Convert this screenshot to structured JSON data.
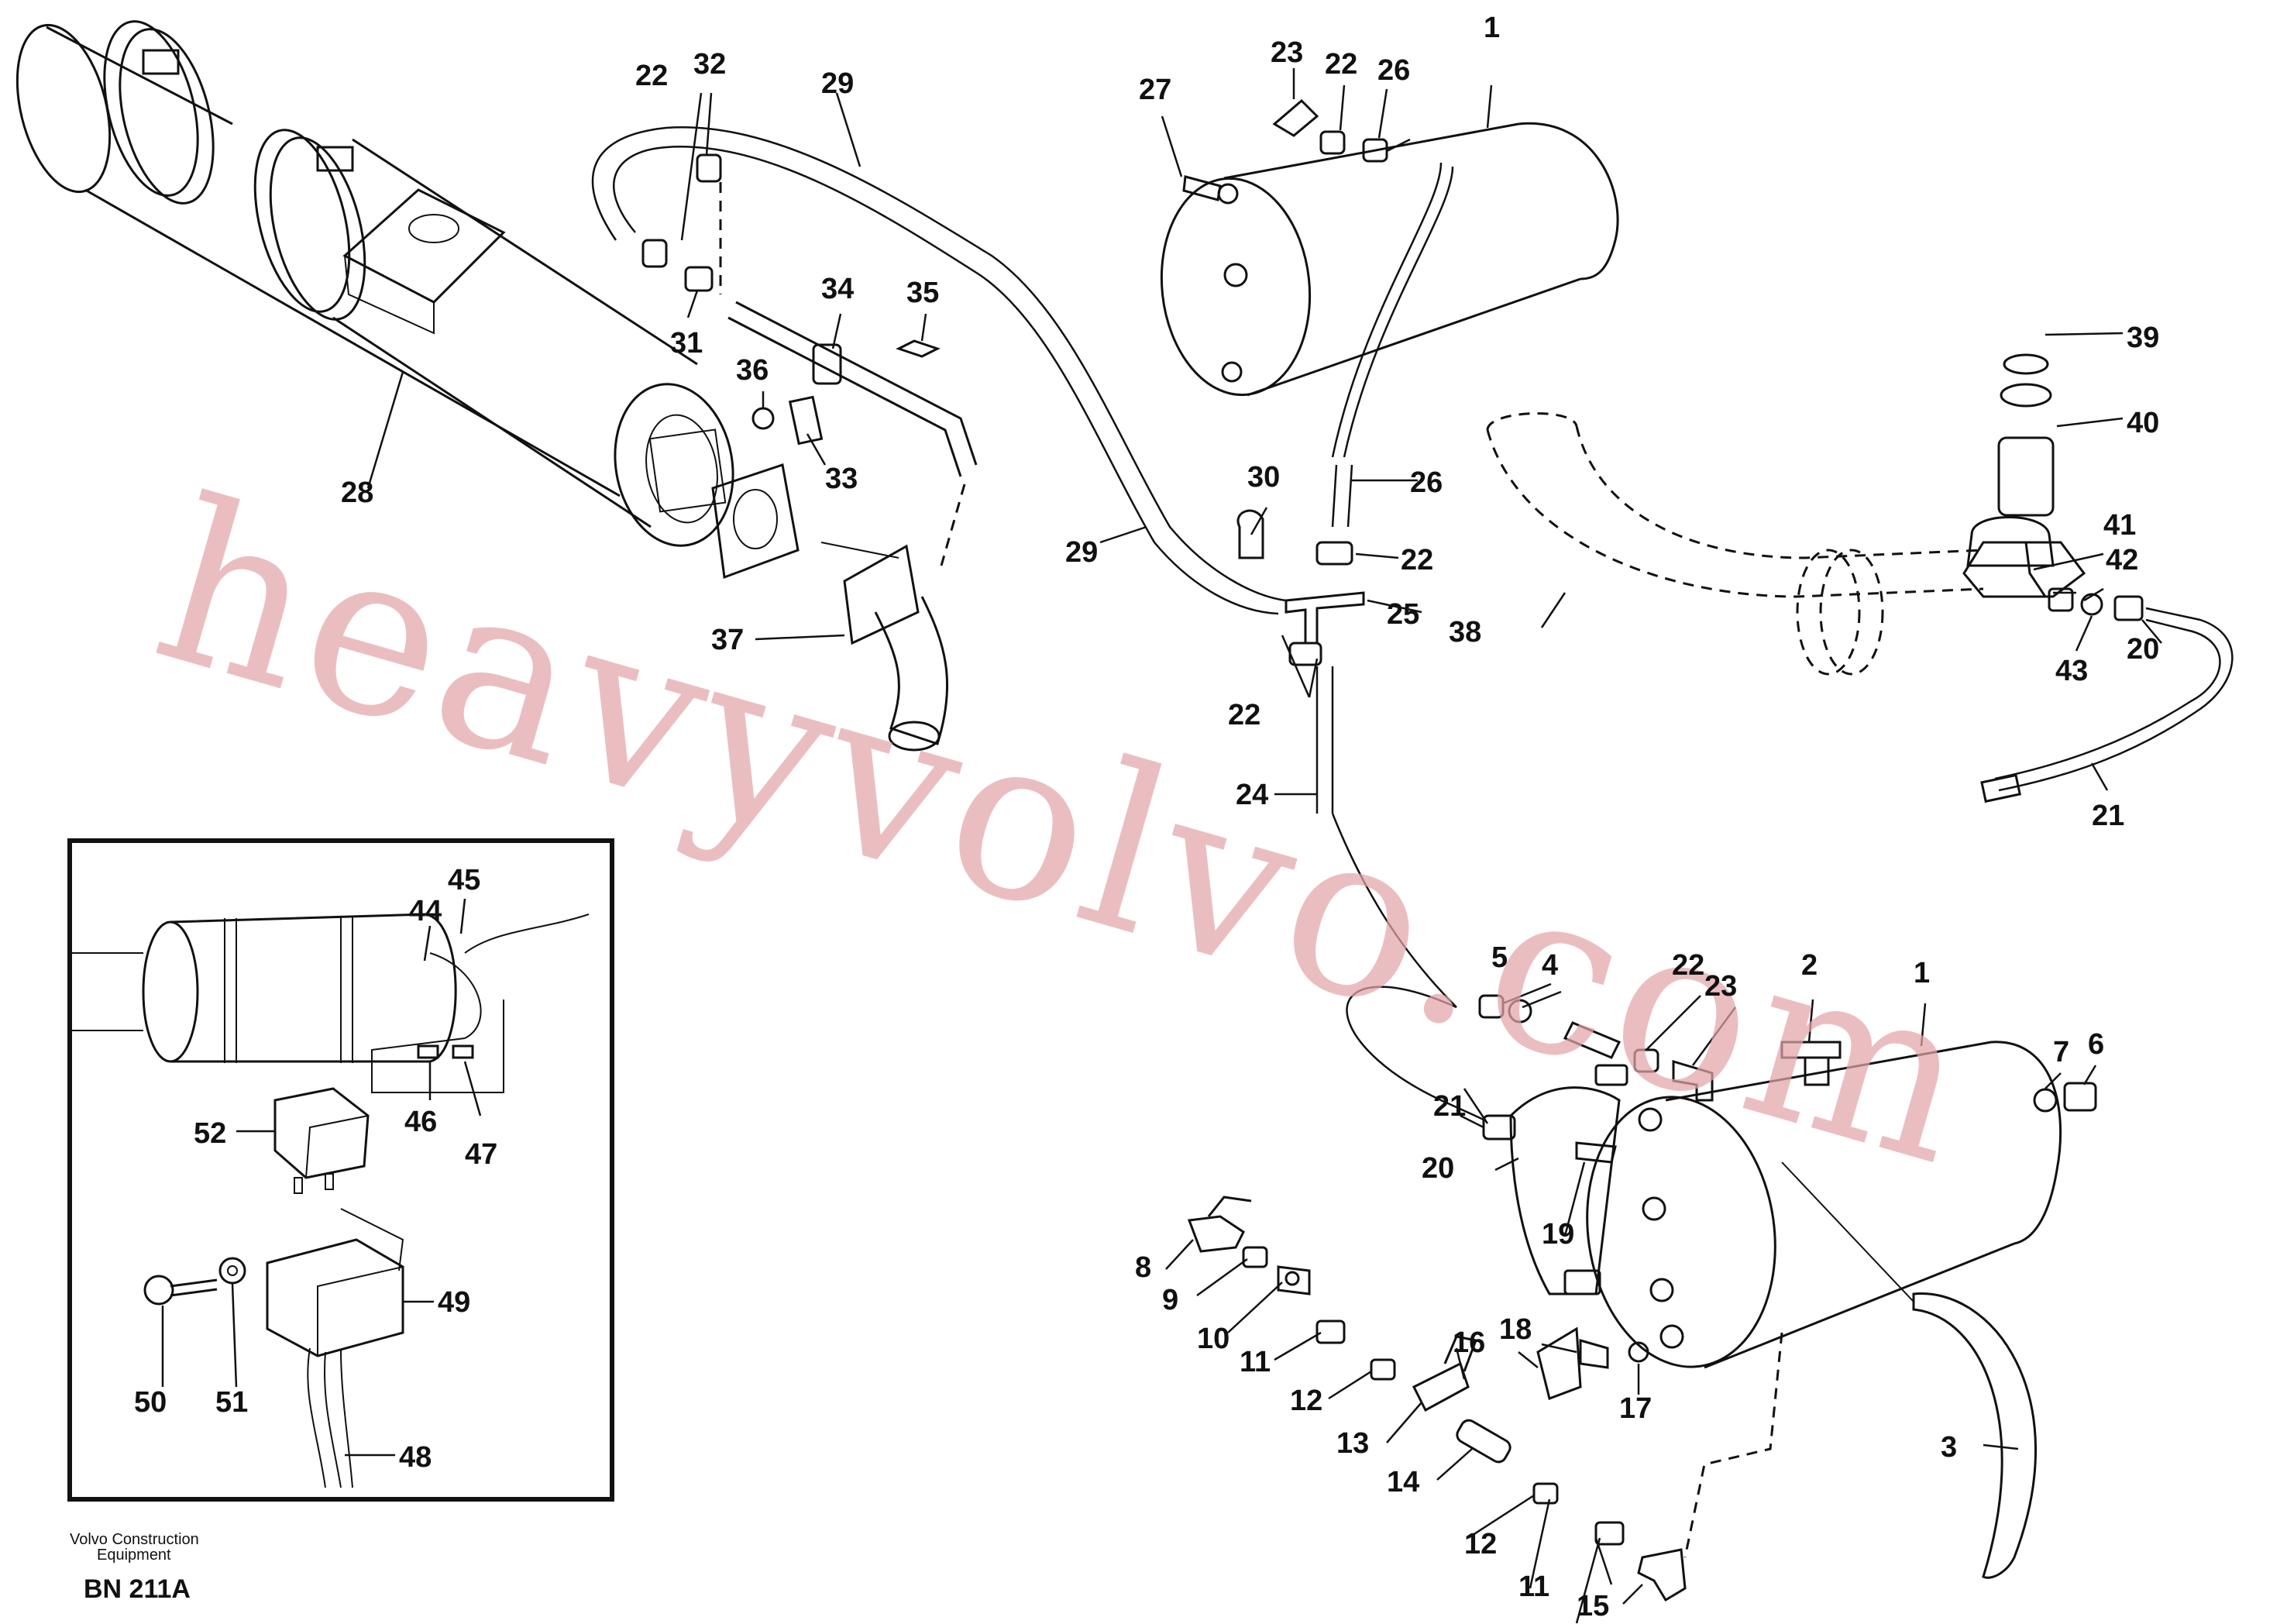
{
  "diagram": {
    "callouts": [
      {
        "num": "1"
      },
      {
        "num": "1"
      },
      {
        "num": "2"
      },
      {
        "num": "3"
      },
      {
        "num": "4"
      },
      {
        "num": "5"
      },
      {
        "num": "6"
      },
      {
        "num": "7"
      },
      {
        "num": "8"
      },
      {
        "num": "9"
      },
      {
        "num": "10"
      },
      {
        "num": "11"
      },
      {
        "num": "11"
      },
      {
        "num": "12"
      },
      {
        "num": "12"
      },
      {
        "num": "13"
      },
      {
        "num": "14"
      },
      {
        "num": "15"
      },
      {
        "num": "16"
      },
      {
        "num": "17"
      },
      {
        "num": "18"
      },
      {
        "num": "19"
      },
      {
        "num": "20"
      },
      {
        "num": "20"
      },
      {
        "num": "21"
      },
      {
        "num": "21"
      },
      {
        "num": "22"
      },
      {
        "num": "22"
      },
      {
        "num": "22"
      },
      {
        "num": "22"
      },
      {
        "num": "22"
      },
      {
        "num": "23"
      },
      {
        "num": "23"
      },
      {
        "num": "24"
      },
      {
        "num": "25"
      },
      {
        "num": "26"
      },
      {
        "num": "26"
      },
      {
        "num": "27"
      },
      {
        "num": "28"
      },
      {
        "num": "29"
      },
      {
        "num": "29"
      },
      {
        "num": "30"
      },
      {
        "num": "31"
      },
      {
        "num": "32"
      },
      {
        "num": "33"
      },
      {
        "num": "34"
      },
      {
        "num": "35"
      },
      {
        "num": "36"
      },
      {
        "num": "37"
      },
      {
        "num": "38"
      },
      {
        "num": "39"
      },
      {
        "num": "40"
      },
      {
        "num": "41"
      },
      {
        "num": "42"
      },
      {
        "num": "43"
      },
      {
        "num": "44"
      },
      {
        "num": "45"
      },
      {
        "num": "46"
      },
      {
        "num": "47"
      },
      {
        "num": "48"
      },
      {
        "num": "49"
      },
      {
        "num": "50"
      },
      {
        "num": "51"
      },
      {
        "num": "52"
      }
    ]
  },
  "footer": {
    "maker_line1": "Volvo Construction",
    "maker_line2": "Equipment",
    "drawing_code": "BN 211A"
  },
  "watermark": {
    "text": "heavyvolvo.com",
    "color": "#e3a6aa"
  }
}
